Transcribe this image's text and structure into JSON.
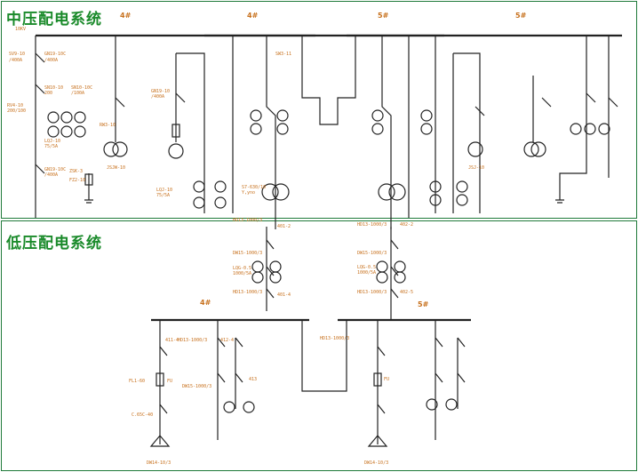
{
  "sections": {
    "medium_voltage_title": "中压配电系统",
    "low_voltage_title": "低压配电系统"
  },
  "mv": {
    "voltage": "10KV",
    "bus_labels": [
      "4#",
      "4#",
      "5#",
      "5#"
    ],
    "labels": [
      "SV9-10",
      "/400A",
      "GN19-10C",
      "/400A",
      "RV4-10",
      "200/100",
      "LQJ-10",
      "75/5A",
      "SN10-10",
      "200",
      "SN10-10C",
      "/100A",
      "GN19-10C",
      "/400A",
      "ZSK-3",
      "FZ2-10",
      "GN19-10",
      "/400A",
      "RW3-10",
      "JSJW-10",
      "SW3-11",
      "S7-630/10",
      "Y,yno",
      "JSJ-10",
      "LQJ-10",
      "75/5A"
    ]
  },
  "lv": {
    "labels": [
      "HD13-1000/3",
      "401-2",
      "DW15-1000/3",
      "LQG-0.5",
      "1000/5A",
      "HD13-1000/3",
      "401-4",
      "HD13-1000/3",
      "402-2",
      "DW15-1000/3",
      "LQG-0.5",
      "1000/5A",
      "HD13-1000/3",
      "402-5",
      "4#",
      "5#",
      "411-4",
      "FU",
      "FL1-60",
      "C.65C-40",
      "DW14-10/3",
      "HD13-1000/3",
      "412-4",
      "DW15-1000/3",
      "413",
      "HD13-1000/3",
      "FU",
      "DW14-10/3"
    ]
  }
}
